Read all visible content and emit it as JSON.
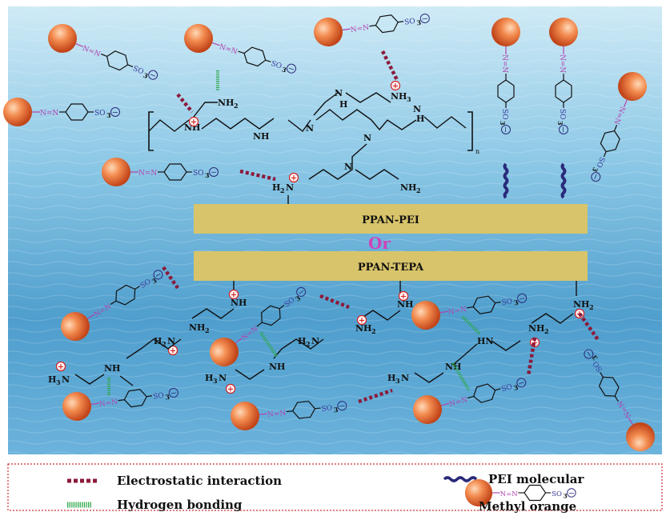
{
  "colors": {
    "sea_light": "#bfe3f2",
    "sea_mid": "#6fb6dc",
    "sea_dark": "#3f8fc2",
    "bar_fill": "#d8c46a",
    "or_color": "#cc44bb",
    "electrostatic": "#8b1a3a",
    "hbond": "#2fa84a",
    "pei_wave": "#2a2a7a",
    "azo_text": "#b044b0",
    "legend_border": "#cc3333"
  },
  "bars": {
    "top_label": "PPAN-PEI",
    "or_label": "Or",
    "bottom_label": "PPAN-TEPA"
  },
  "chem": {
    "nh2": "NH",
    "nh3": "NH",
    "nh": "NH",
    "h": "H",
    "n": "N",
    "h2n": "H",
    "h3n": "H",
    "sub2": "2",
    "sub3": "3",
    "n_sub": "n",
    "azo": "N=N",
    "so3": "SO",
    "plus": "+",
    "minus": "−"
  },
  "legend": {
    "electrostatic": "Electrostatic interaction",
    "hbond": "Hydrogen bonding",
    "pei": "PEI molecular",
    "mo": "Methyl orange"
  }
}
